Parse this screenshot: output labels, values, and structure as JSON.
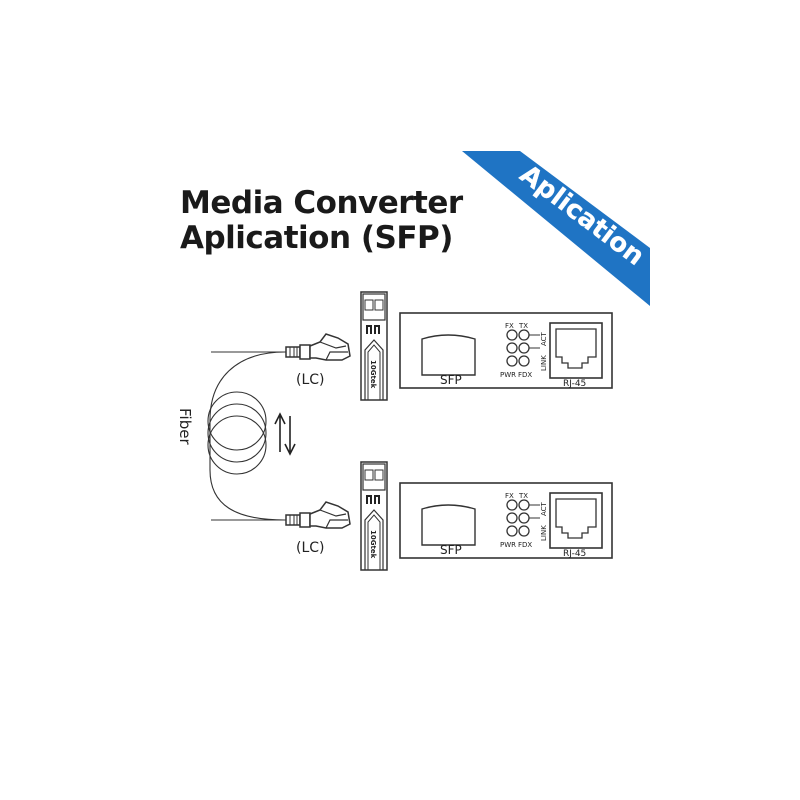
{
  "title": {
    "line1": "Media Converter",
    "line2": "Aplication (SFP)"
  },
  "banner": {
    "label": "Aplication",
    "color": "#1f74c4"
  },
  "fiber": {
    "label": "Fiber"
  },
  "connectors": {
    "top": "(LC)",
    "bottom": "(LC)"
  },
  "sfp_module": {
    "brand": "10Gtek"
  },
  "converter": {
    "sfp_label": "SFP",
    "rj45_label": "RJ-45",
    "leds": {
      "fx": "FX",
      "tx": "TX",
      "pwr": "PWR",
      "fdx": "FDX",
      "link": "LINK",
      "act": "ACT"
    }
  }
}
